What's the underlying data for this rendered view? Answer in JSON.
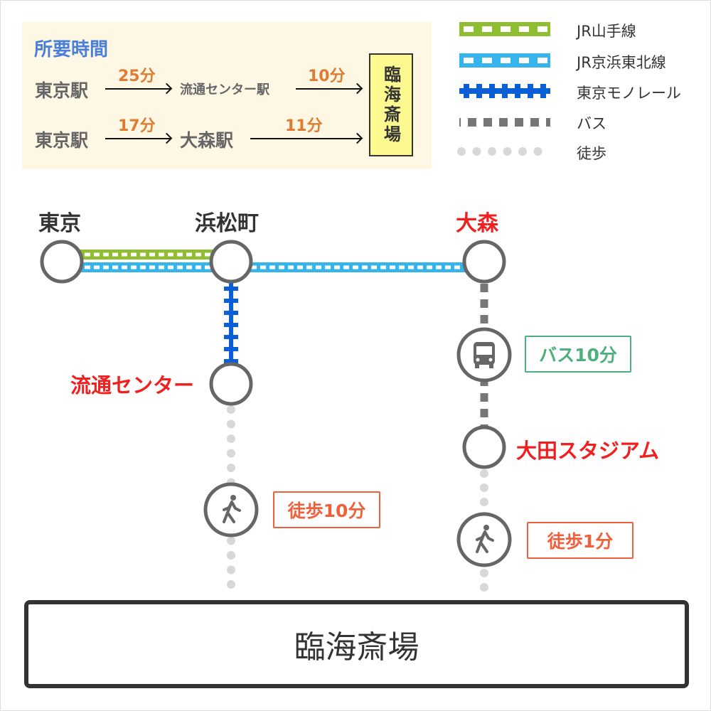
{
  "summary": {
    "title": "所要時間",
    "routes": [
      {
        "from": "東京駅",
        "leg1_time": "25分",
        "via": "流通センター駅",
        "leg2_time": "10分"
      },
      {
        "from": "東京駅",
        "leg1_time": "17分",
        "via": "大森駅",
        "leg2_time": "11分"
      }
    ],
    "destination": "臨海斎場"
  },
  "legend": [
    {
      "label": "JR山手線",
      "color": "#8fbe33"
    },
    {
      "label": "JR京浜東北線",
      "color": "#36b4ec"
    },
    {
      "label": "東京モノレール",
      "color": "#0b5fd6"
    },
    {
      "label": "バス",
      "color": "#777777"
    },
    {
      "label": "徒歩",
      "color": "#d8d8d8"
    }
  ],
  "map": {
    "stations": {
      "tokyo": "東京",
      "hamamatsucho": "浜松町",
      "omori": "大森",
      "ryutsu": "流通センター",
      "ota": "大田スタジアム"
    },
    "badges": {
      "bus": "バス10分",
      "walk1": "徒歩10分",
      "walk2": "徒歩1分"
    },
    "destination": "臨海斎場"
  }
}
